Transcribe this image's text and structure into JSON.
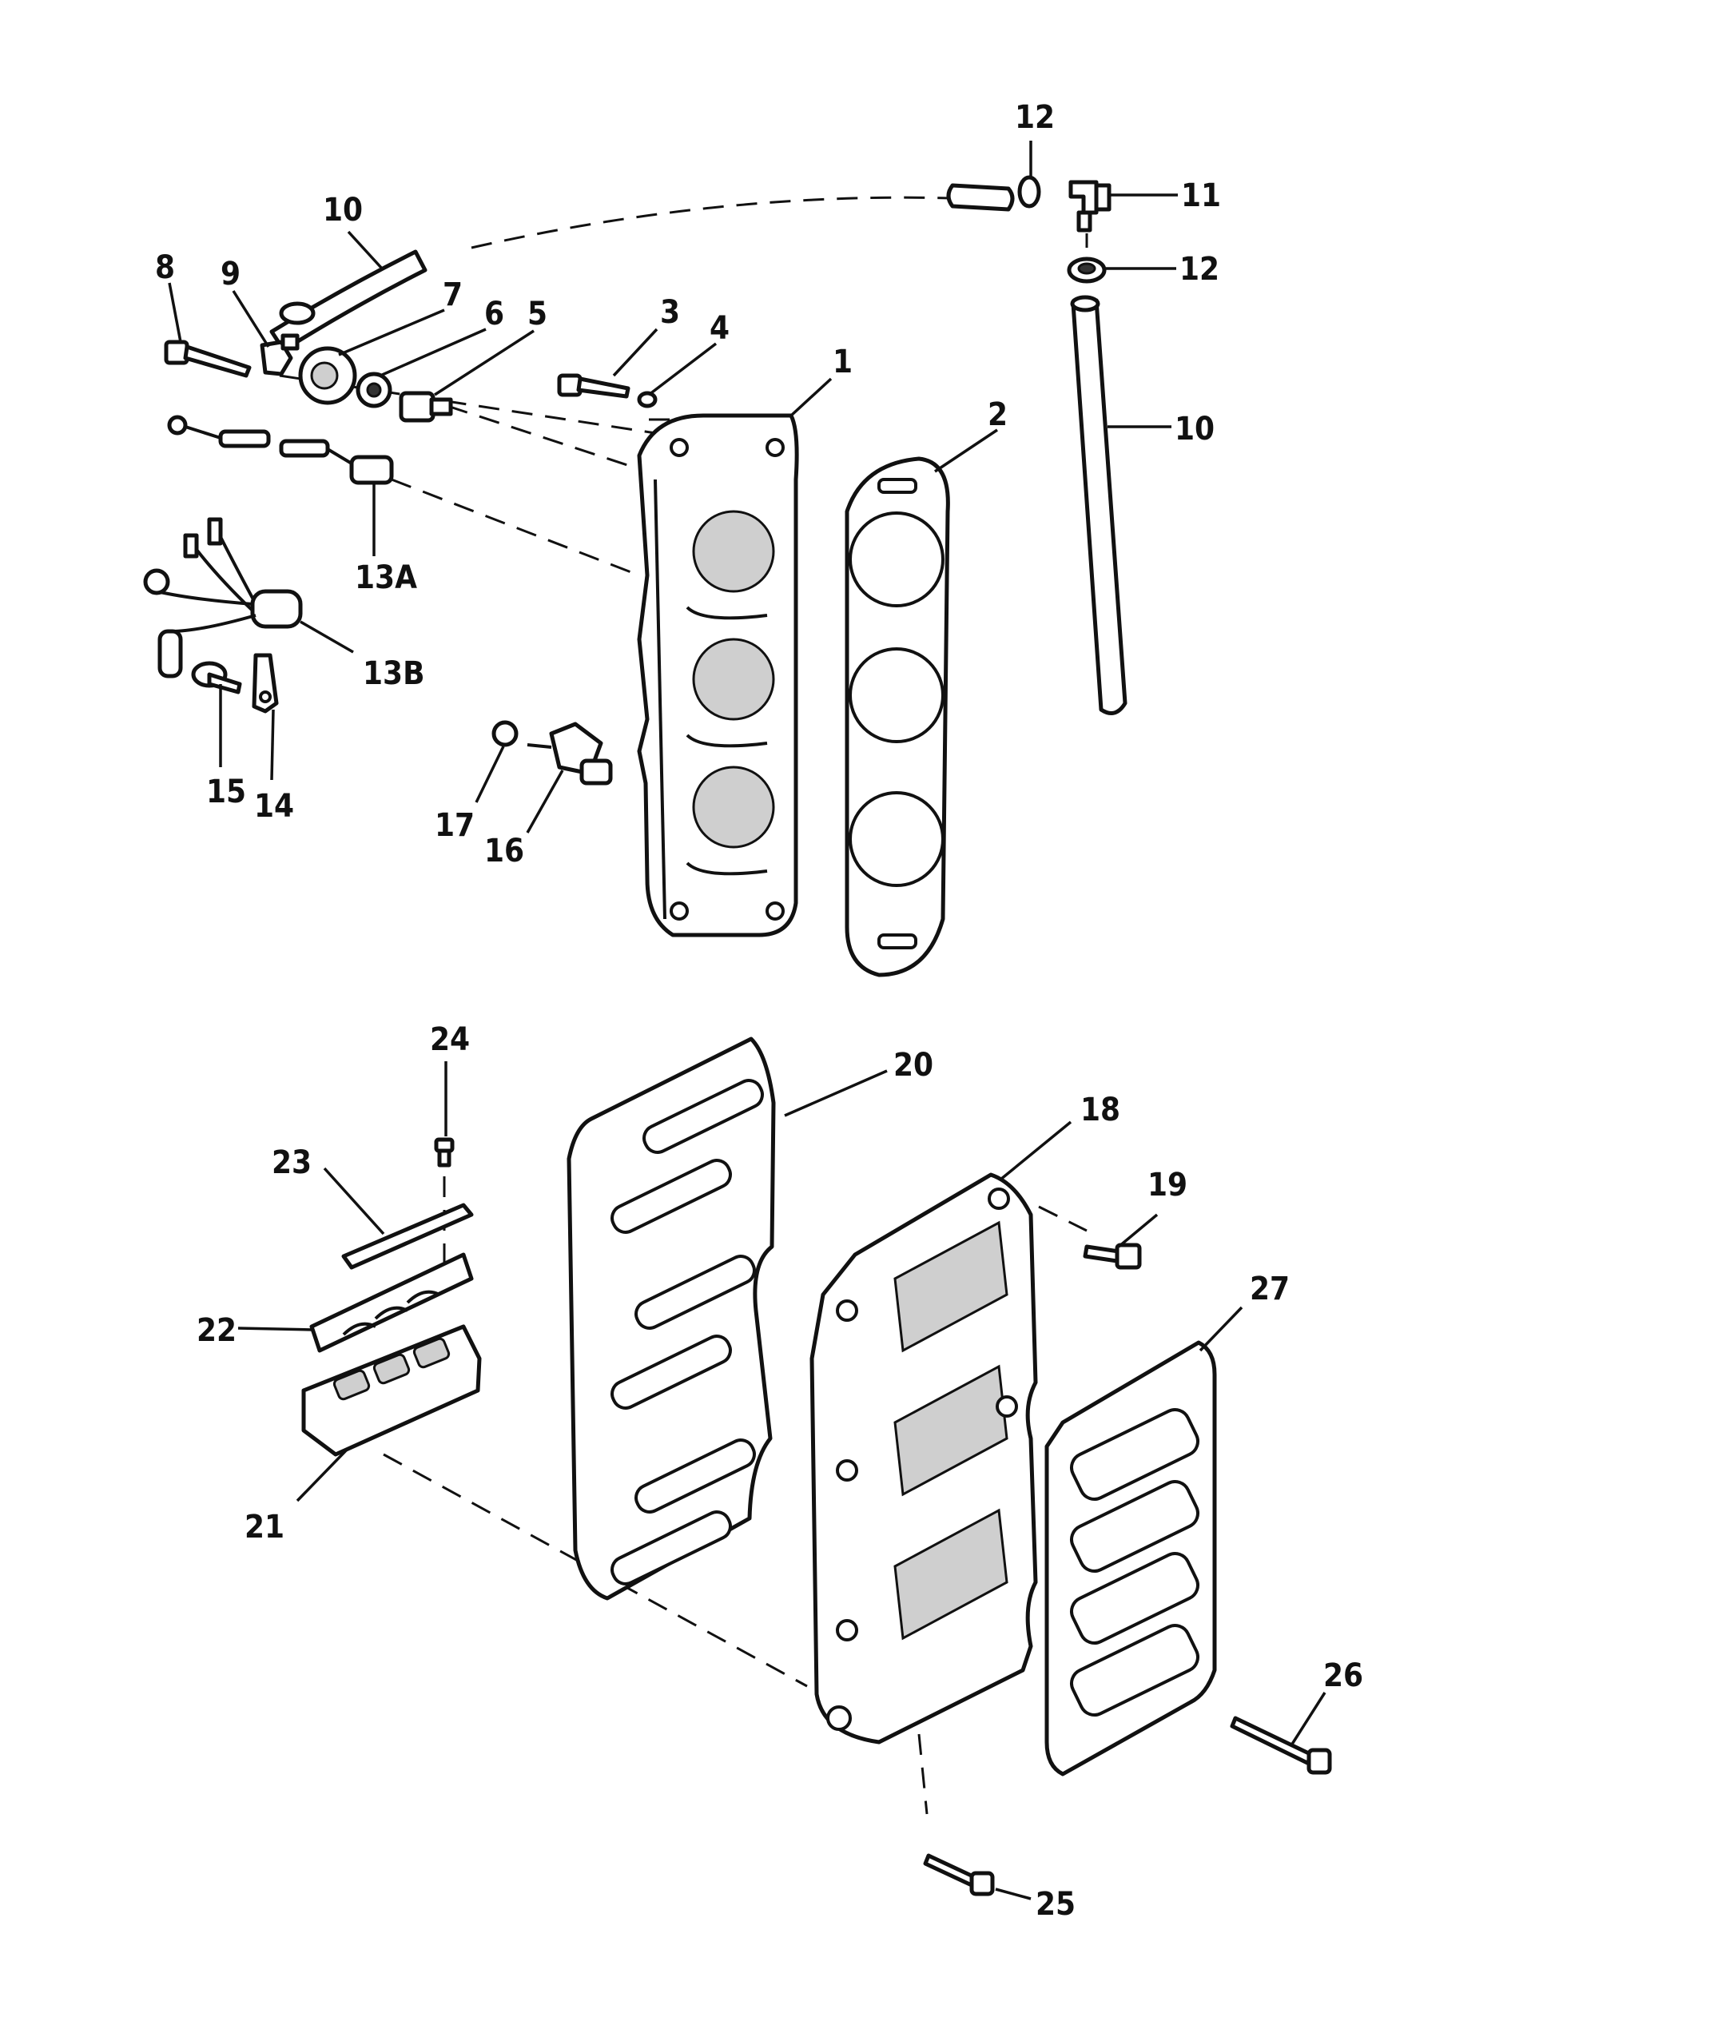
{
  "diagram": {
    "labels": {
      "p1": "1",
      "p2": "2",
      "p3": "3",
      "p4": "4",
      "p5": "5",
      "p6": "6",
      "p7": "7",
      "p8": "8",
      "p9": "9",
      "p10a": "10",
      "p10b": "10",
      "p11": "11",
      "p12a": "12",
      "p12b": "12",
      "p13a": "13A",
      "p13b": "13B",
      "p14": "14",
      "p15": "15",
      "p16": "16",
      "p17": "17",
      "p18": "18",
      "p19": "19",
      "p20": "20",
      "p21": "21",
      "p22": "22",
      "p23": "23",
      "p24": "24",
      "p25": "25",
      "p26": "26",
      "p27": "27"
    }
  }
}
